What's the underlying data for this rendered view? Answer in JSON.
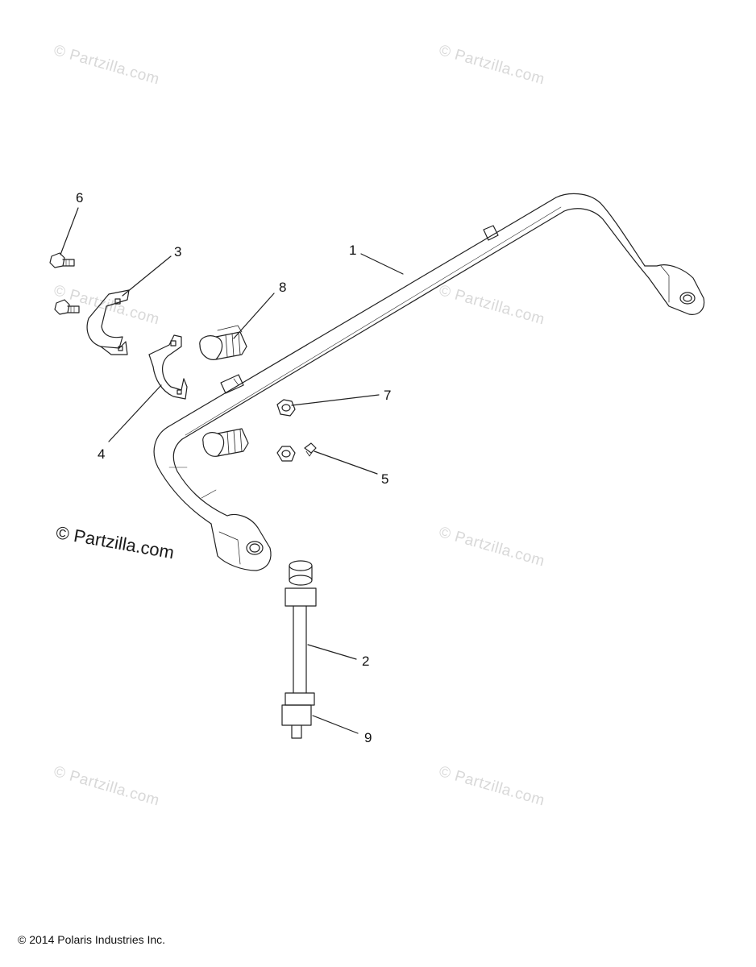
{
  "watermarks": {
    "text": "© Partzilla.com",
    "main_text": "© Partzilla.com"
  },
  "callouts": [
    "1",
    "2",
    "3",
    "4",
    "5",
    "6",
    "7",
    "8",
    "9"
  ],
  "footer": {
    "copyright": "© 2014 Polaris Industries Inc."
  },
  "colors": {
    "line": "#222222",
    "watermark": "#d8d8d8",
    "background": "#ffffff"
  }
}
